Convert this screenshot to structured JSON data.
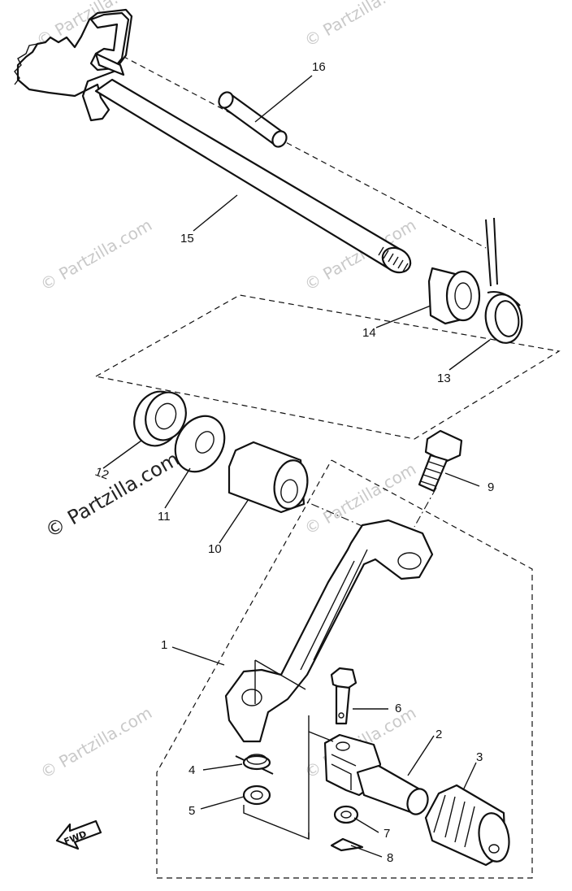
{
  "diagram": {
    "parts": [
      {
        "id": "part-1",
        "number": "1"
      },
      {
        "id": "part-2",
        "number": "2"
      },
      {
        "id": "part-3",
        "number": "3"
      },
      {
        "id": "part-4",
        "number": "4"
      },
      {
        "id": "part-5",
        "number": "5"
      },
      {
        "id": "part-6",
        "number": "6"
      },
      {
        "id": "part-7",
        "number": "7"
      },
      {
        "id": "part-8",
        "number": "8"
      },
      {
        "id": "part-9",
        "number": "9"
      },
      {
        "id": "part-10",
        "number": "10"
      },
      {
        "id": "part-11",
        "number": "11"
      },
      {
        "id": "part-12",
        "number": "12"
      },
      {
        "id": "part-13",
        "number": "13"
      },
      {
        "id": "part-14",
        "number": "14"
      },
      {
        "id": "part-15",
        "number": "15"
      },
      {
        "id": "part-16",
        "number": "16"
      }
    ],
    "direction_label": "FWD",
    "watermark": "© Partzilla.com"
  }
}
